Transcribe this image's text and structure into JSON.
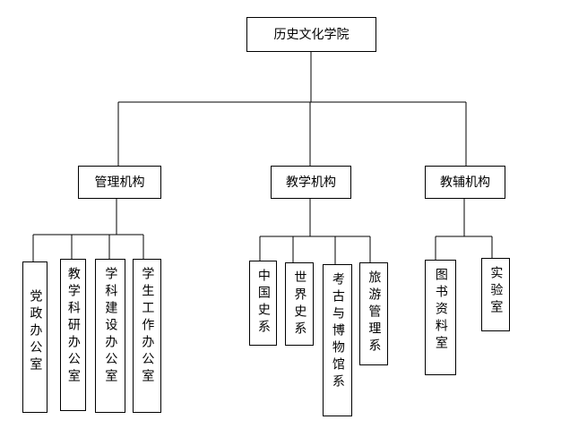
{
  "root": "历史文化学院",
  "branches": [
    {
      "label": "管理机构",
      "units": [
        "党政办公室",
        "教学科研办公室",
        "学科建设办公室",
        "学生工作办公室"
      ]
    },
    {
      "label": "教学机构",
      "units": [
        "中国史系",
        "世界史系",
        "考古与博物馆系",
        "旅游管理系"
      ]
    },
    {
      "label": "教辅机构",
      "units": [
        "图书资料室",
        "实验室"
      ]
    }
  ]
}
